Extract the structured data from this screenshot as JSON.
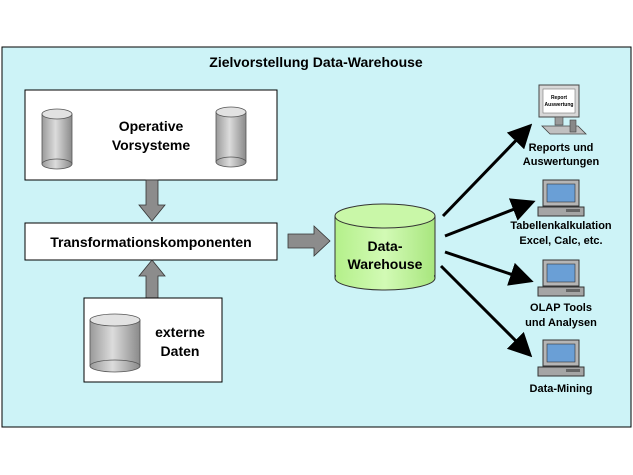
{
  "title": "Zielvorstellung Data-Warehouse",
  "sources": {
    "operative_line1": "Operative",
    "operative_line2": "Vorsysteme",
    "external_line1": "externe",
    "external_line2": "Daten"
  },
  "transformation_label": "Transformationskomponenten",
  "warehouse": {
    "line1": "Data-",
    "line2": "Warehouse"
  },
  "outputs": {
    "reports_line1": "Reports und",
    "reports_line2": "Auswertungen",
    "report_screen_line1": "Report",
    "report_screen_line2": "Auswertung",
    "spreadsheet_line1": "Tabellenkalkulation",
    "spreadsheet_line2": "Excel, Calc, etc.",
    "olap_line1": "OLAP Tools",
    "olap_line2": "und Analysen",
    "mining_line1": "Data-Mining"
  },
  "colors": {
    "background": "#cdf3f7",
    "box_fill": "#ffffff",
    "warehouse_fill": "#c3f79f",
    "cylinder_fill": "#c9c9c9",
    "arrow_fill": "#8c8c8c",
    "computer_body": "#b5b5b5",
    "screen": "#6a9fd6"
  }
}
